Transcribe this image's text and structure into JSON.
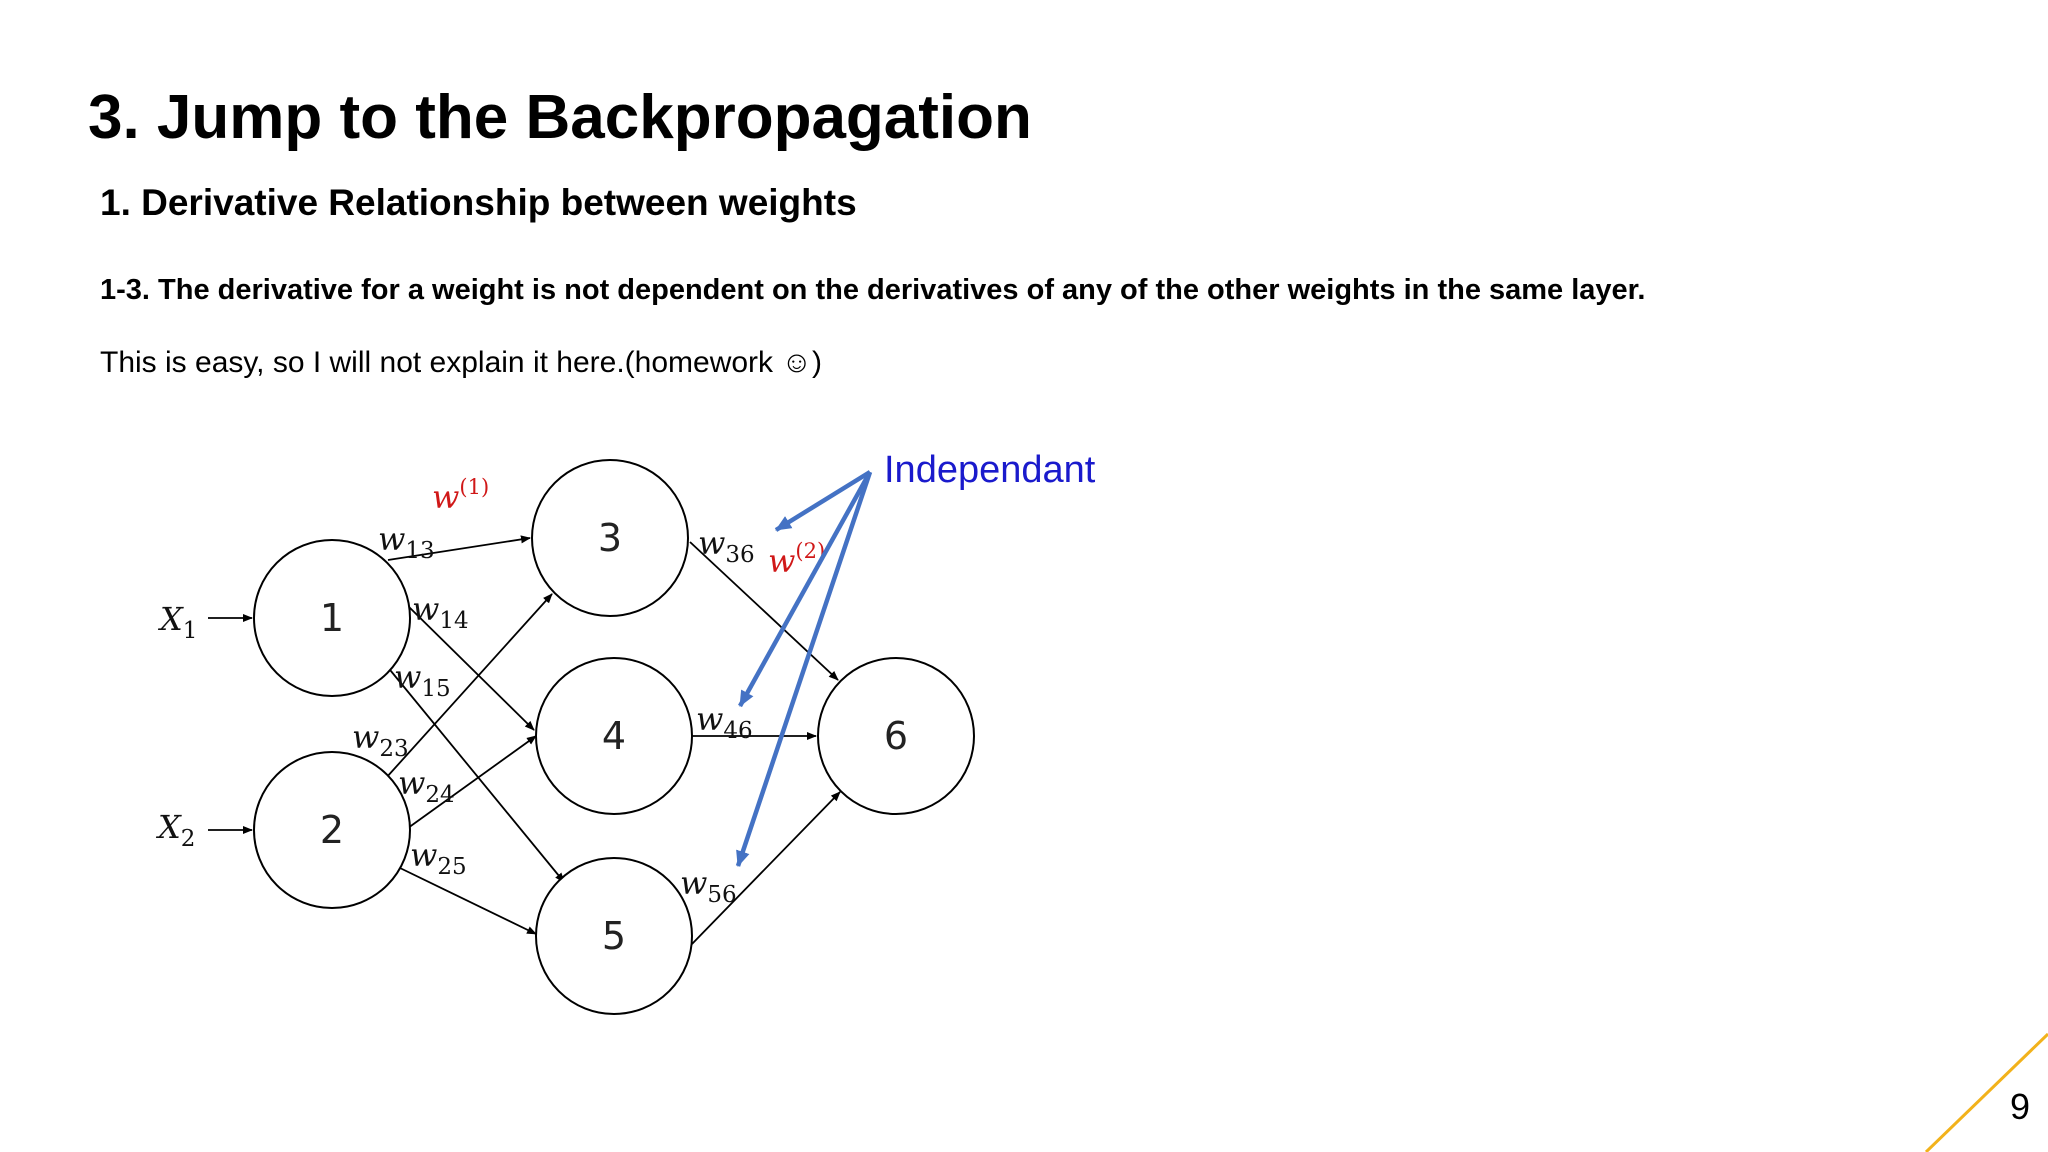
{
  "slide": {
    "title": "3. Jump to the Backpropagation",
    "subtitle": "1. Derivative Relationship between weights",
    "heading": "1-3. The derivative for a weight is not dependent on the derivatives of any of the other weights in the same layer.",
    "body": "This is easy, so I will not explain it here.(homework ☺)",
    "page_number": "9",
    "accent_color": "#f2b21b"
  },
  "diagram": {
    "inputs": [
      {
        "base": "X",
        "sub": "1"
      },
      {
        "base": "X",
        "sub": "2"
      }
    ],
    "nodes": [
      "1",
      "2",
      "3",
      "4",
      "5",
      "6"
    ],
    "weights": [
      {
        "base": "w",
        "sub": "13"
      },
      {
        "base": "w",
        "sub": "14"
      },
      {
        "base": "w",
        "sub": "15"
      },
      {
        "base": "w",
        "sub": "23"
      },
      {
        "base": "w",
        "sub": "24"
      },
      {
        "base": "w",
        "sub": "25"
      },
      {
        "base": "w",
        "sub": "36"
      },
      {
        "base": "w",
        "sub": "46"
      },
      {
        "base": "w",
        "sub": "56"
      }
    ],
    "layer_labels": [
      {
        "base": "w",
        "sup": "(1)",
        "color": "#d01818"
      },
      {
        "base": "w",
        "sup": "(2)",
        "color": "#d01818"
      }
    ],
    "annotation": {
      "text": "Independant",
      "color": "#1a1acc",
      "arrow_color": "#4472c4"
    },
    "edges": [
      [
        "X1",
        "1"
      ],
      [
        "X2",
        "2"
      ],
      [
        "1",
        "3"
      ],
      [
        "1",
        "4"
      ],
      [
        "1",
        "5"
      ],
      [
        "2",
        "3"
      ],
      [
        "2",
        "4"
      ],
      [
        "2",
        "5"
      ],
      [
        "3",
        "6"
      ],
      [
        "4",
        "6"
      ],
      [
        "5",
        "6"
      ]
    ]
  }
}
